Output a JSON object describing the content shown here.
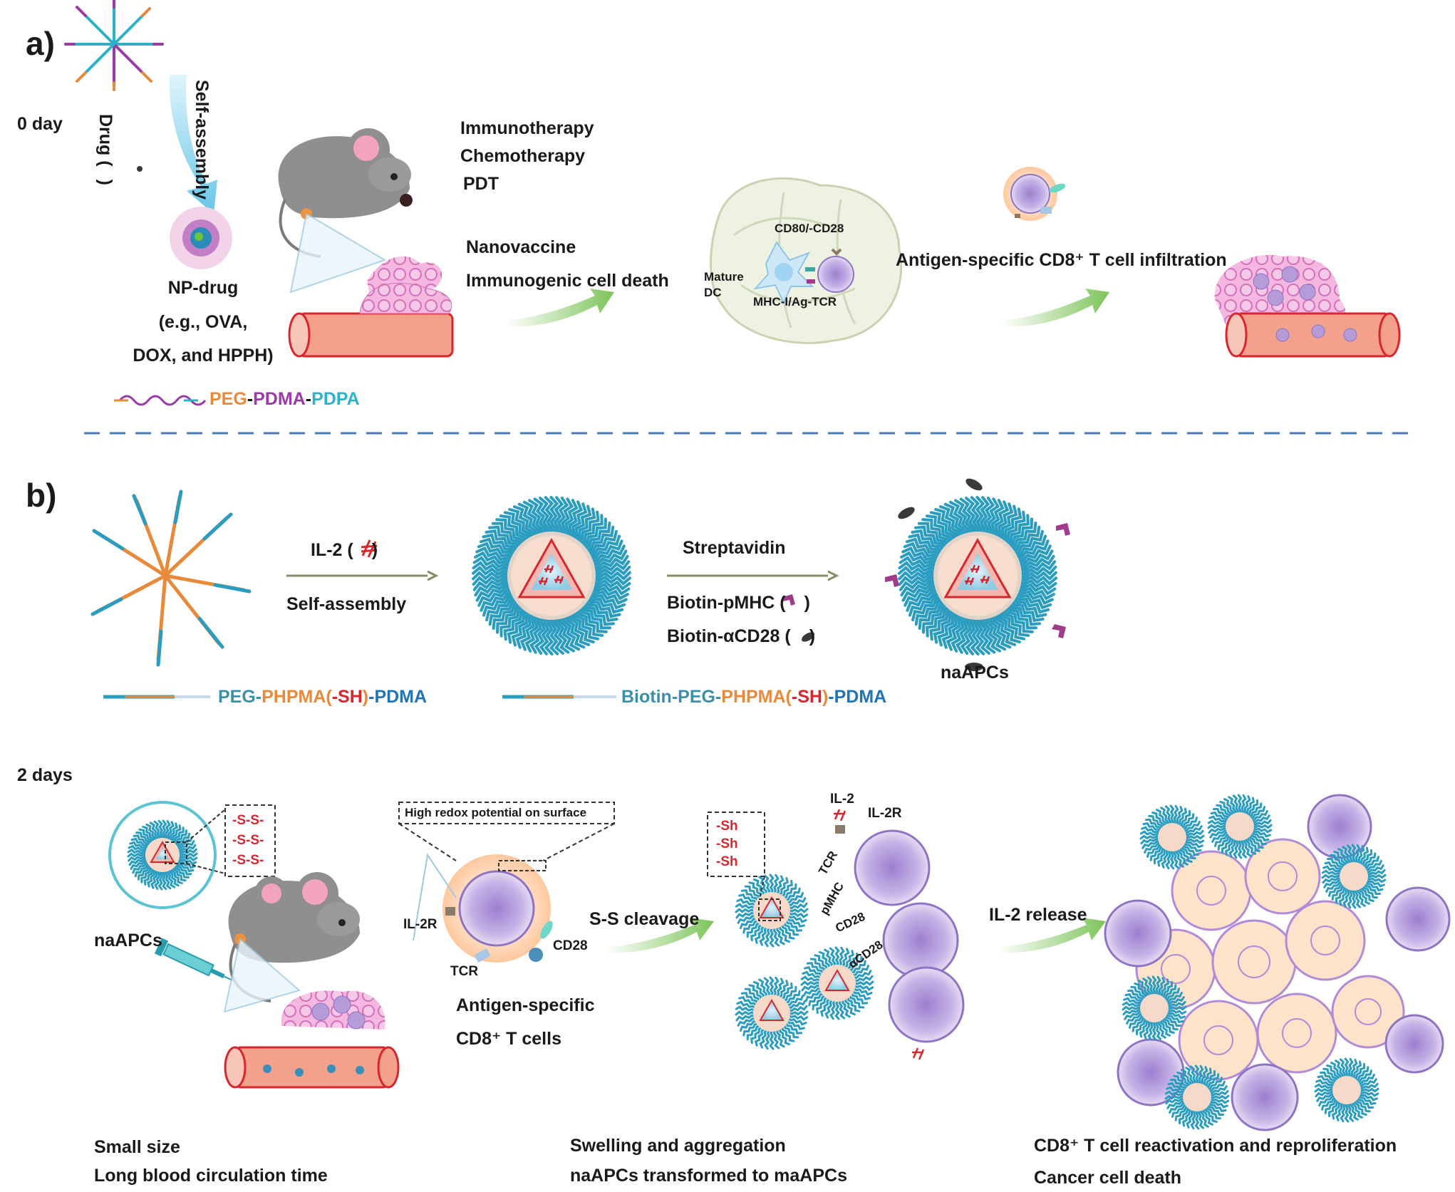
{
  "panel_a": {
    "label": "a)",
    "day": "0 day",
    "drug": "Drug (",
    "drug_close": ")",
    "self_assembly": "Self-assembly",
    "np_drug": [
      "NP-drug",
      "(e.g., OVA,",
      "DOX, and HPPH)"
    ],
    "therapies": [
      "Immunotherapy",
      "Chemotherapy",
      "PDT"
    ],
    "mechanisms": [
      "Nanovaccine",
      "Immunogenic cell death"
    ],
    "lymph_labels": {
      "costim": "CD80/-CD28",
      "dc": [
        "Mature",
        "DC"
      ],
      "mhc": "MHC-I/Ag-TCR"
    },
    "infiltration": "Antigen-specific CD8⁺ T cell infiltration",
    "polymer": {
      "peg": "PEG",
      "dash1": "-",
      "pdma": "PDMA",
      "dash2": "-",
      "pdpa": "PDPA"
    }
  },
  "panel_b": {
    "label": "b)",
    "il2": "IL-2 (",
    "il2_close": ")",
    "self_assembly": "Self-assembly",
    "streptavidin": "Streptavidin",
    "biotin_pmhc": "Biotin-pMHC (",
    "biotin_pmhc_close": ")",
    "biotin_acd28": "Biotin-αCD28 (",
    "biotin_acd28_close": ")",
    "naapcs": "naAPCs",
    "polymer1": {
      "peg": "PEG-",
      "phpma": "PHPMA(",
      "sh": "-SH",
      "close": ")",
      "pdma": "-PDMA"
    },
    "polymer2": {
      "biotin_peg": "Biotin-PEG-",
      "phpma": "PHPMA(",
      "sh": "-SH",
      "close": ")",
      "pdma": "-PDMA"
    },
    "day": "2 days",
    "ss_box": [
      "-S-S-",
      "-S-S-",
      "-S-S-"
    ],
    "naapcs_left": "naAPCs",
    "redox": "High redox potential on surface",
    "tcell_labels": {
      "il2r": "IL-2R",
      "cd28": "CD28",
      "tcr": "TCR"
    },
    "tcells": [
      "Antigen-specific",
      "CD8⁺ T cells"
    ],
    "ss_cleavage": "S-S cleavage",
    "sh_box": [
      "-Sh",
      "-Sh",
      "-Sh"
    ],
    "cluster_labels": {
      "il2": "IL-2",
      "il2r": "IL-2R",
      "tcr": "TCR",
      "pmhc": "pMHC",
      "cd28": "CD28",
      "acd28": "αCD28"
    },
    "il2_release": "IL-2 release",
    "bottom_left": [
      "Small size",
      "Long blood circulation time"
    ],
    "bottom_mid": [
      "Swelling and aggregation",
      "naAPCs transformed to maAPCs"
    ],
    "bottom_right": [
      "CD8⁺ T cell reactivation and reproliferation",
      "Cancer cell death"
    ]
  },
  "colors": {
    "peg": "#e88a3a",
    "pdma": "#9a3aa8",
    "pdpa": "#2bb2c8",
    "blue_chain": "#2a9cc0",
    "vessel": "#f3a08c",
    "vessel_edge": "#d8262c",
    "tumor": "#f2a6d8",
    "tcell": "#b59bd8",
    "arrow": "#8fcf6a",
    "dashes": "#4a78b8"
  }
}
